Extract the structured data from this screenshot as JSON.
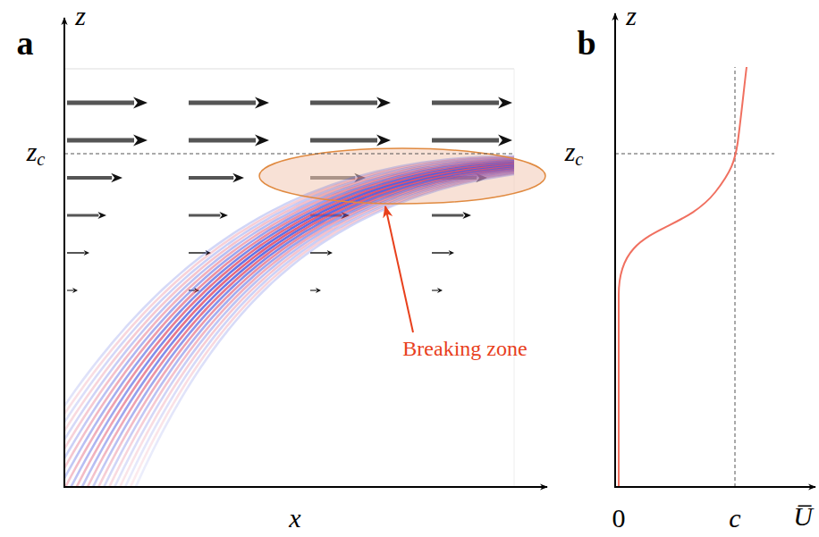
{
  "diagram": {
    "labels": [
      "a",
      "z",
      "zc",
      "x",
      "Breaking zone",
      "b",
      "z",
      "zc",
      "0",
      "c",
      "U̅"
    ]
  }
}
